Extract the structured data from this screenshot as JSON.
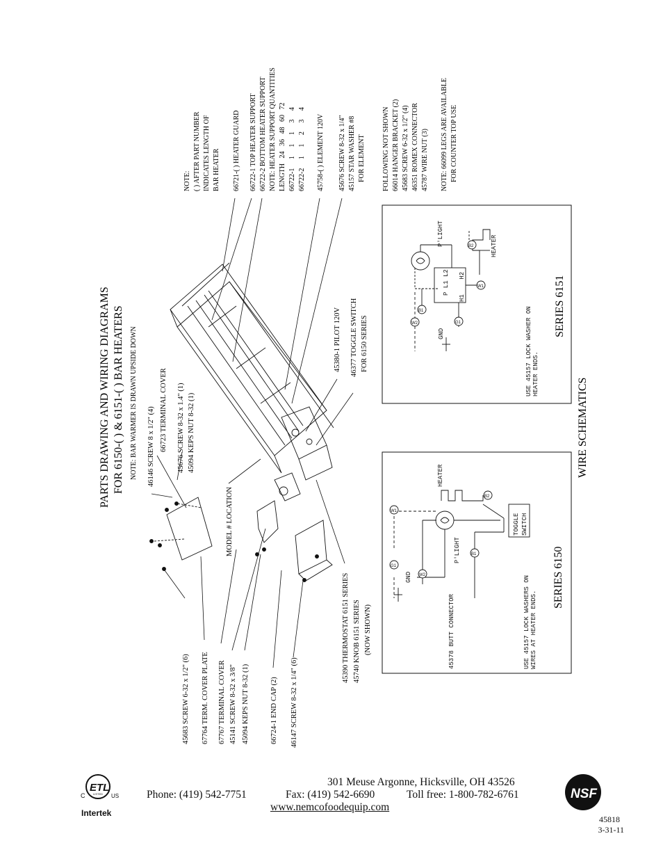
{
  "title": {
    "line1": "PARTS DRAWING AND WIRING DIAGRAMS",
    "line2": "FOR 6150-( ) & 6151-( ) BAR HEATERS",
    "note": "NOTE: BAR WARMER IS DRAWN UPSIDE DOWN"
  },
  "callouts_left": [
    "45683 SCREW 6-32 x 1/2\" (6)",
    "67764 TERM. COVER PLATE",
    "67767 TERMINAL COVER",
    "45141 SCREW 8-32 x 3/8\"",
    "45094 KEPS NUT 8-32 (1)",
    "66724-1 END CAP (2)",
    "46147 SCREW 8-32 x 1/4\" (6)"
  ],
  "callouts_top": [
    "46146 SCREW 8 x 1/2\" (4)",
    "66723 TERMINAL COVER",
    "45676 SCREW 8-32 x 1.4\" (1)",
    "45094 KEPS NUT 8-32 (1)"
  ],
  "model_location": "MODEL # LOCATION",
  "callouts_bottom": [
    "45390 THERMOSTAT 6151 SERIES",
    "45740 KNOB 6151 SERIES",
    "(NOW SHOWN)"
  ],
  "callouts_mid": [
    "45380-1 PILOT 120V",
    "46377 TOGGLE SWITCH",
    "FOR 6150 SERIES"
  ],
  "notes_right": {
    "note": [
      "NOTE:",
      "( ) AFTER PART NUMBER",
      "INDICATES LENGTH OF",
      "BAR HEATER"
    ],
    "guard": "66721-( ) HEATER GUARD",
    "top_support": "66722-1 TOP HEATER SUPPORT",
    "bottom_support": "66722-2 BOTTOM HEATER SUPPORT",
    "qty_title": "NOTE: HEATER SUPPORT QUANTITIES",
    "qty_rows": [
      "LENGTH   24   36   48   60   72",
      "66722-1     1     1     1     3     4",
      "66722-2     1     1     2     3     4"
    ],
    "element": "45758-( ) ELEMENT 120V",
    "screw": [
      "45676 SCREW 8-32 x 1/4\"",
      "45157 STAR WASHER #8",
      "FOR ELEMENT"
    ],
    "not_shown": [
      "FOLLOWING NOT SHOWN",
      "66014 HANGER BRACKET (2)",
      "45683 SCREW 6-32 x 1/2\" (4)",
      "46351 ROMEX CONNECTOR",
      "45787 WIRE NUT (3)"
    ],
    "legs": [
      "NOTE: 66099 LEGS ARE AVAILABLE",
      "FOR COUNTER TOP USE"
    ]
  },
  "schematics": {
    "heading": "WIRE SCHEMATICS",
    "s6150": {
      "label": "SERIES 6150",
      "heater": "HEATER",
      "toggle": [
        "TOGGLE",
        "SWITCH"
      ],
      "plight": "P'LIGHT",
      "gnd": "GND",
      "butt": "45378 BUTT CONNECTOR",
      "note": [
        "USE 45157 LOCK WASHERS ON",
        "WIRES AT HEATER ENDS."
      ],
      "tags": [
        "W1",
        "W2",
        "B1",
        "B2",
        "G1"
      ]
    },
    "s6151": {
      "label": "SERIES 6151",
      "plight": "P'LIGHT",
      "heater": "HEATER",
      "gnd": "GND",
      "therm": [
        "P L1 L2",
        "H1    H2"
      ],
      "note": [
        "USE 45157 LOCK WASHER ON",
        "HEATER ENDS."
      ],
      "tags": [
        "W1",
        "W2",
        "B1",
        "B2",
        "G1"
      ]
    }
  },
  "footer": {
    "address": "301 Meuse Argonne, Hicksville, OH 43526",
    "phone": "Phone: (419) 542-7751",
    "fax": "Fax: (419) 542-6690",
    "tollfree": "Toll free: 1-800-782-6761",
    "web": "www.nemcofoodequip.com",
    "doc_number": "45818",
    "doc_date": "3-31-11",
    "etl_small": "C",
    "etl_us": "US",
    "etl_listed": "LISTED",
    "intertek": "Intertek",
    "nsf": "NSF"
  }
}
